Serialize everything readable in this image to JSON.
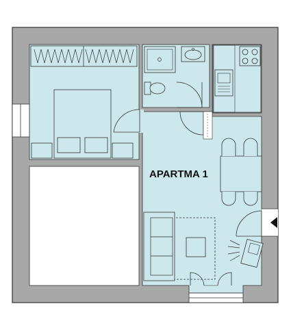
{
  "plan": {
    "apartment_label": "APARTMA 1",
    "colors": {
      "wall": "#a8a8a8",
      "room": "#cde8ec",
      "outline": "#333333",
      "background": "#ffffff",
      "furniture": "#cde8ec"
    },
    "icons": {
      "entrance": "triangle-arrow-left",
      "shower": "shower-tray",
      "sink": "washbasin",
      "toilet": "toilet",
      "stove": "four-burner-hob",
      "kitchen_sink": "kitchen-sink",
      "bed": "double-bed",
      "wardrobe": "wardrobe",
      "sofa": "sofa",
      "table": "dining-table",
      "armchair": "armchair"
    }
  }
}
